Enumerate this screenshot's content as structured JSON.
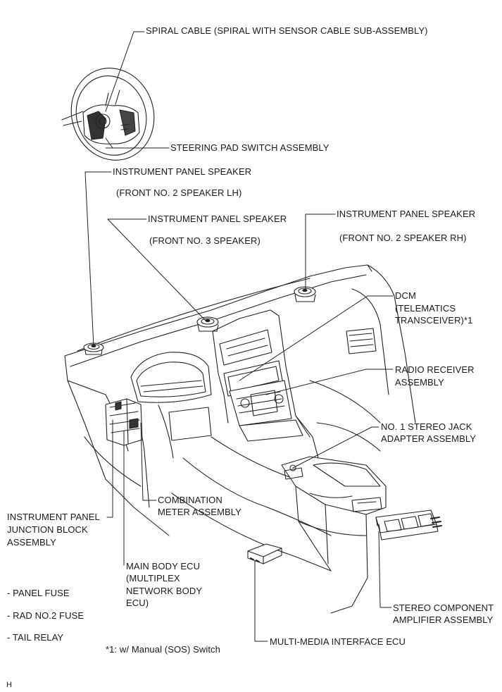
{
  "labels": {
    "spiral_cable": "SPIRAL CABLE (SPIRAL WITH SENSOR CABLE SUB-ASSEMBLY)",
    "steering_pad_switch": "STEERING PAD SWITCH ASSEMBLY",
    "ip_speaker_lh_1": "INSTRUMENT PANEL SPEAKER",
    "ip_speaker_lh_2": "(FRONT NO. 2 SPEAKER LH)",
    "ip_speaker_no3_1": "INSTRUMENT PANEL SPEAKER",
    "ip_speaker_no3_2": "(FRONT NO. 3 SPEAKER)",
    "ip_speaker_rh_1": "INSTRUMENT PANEL SPEAKER",
    "ip_speaker_rh_2": "(FRONT NO. 2 SPEAKER RH)",
    "dcm_1": "DCM",
    "dcm_2": "(TELEMATICS",
    "dcm_3": "TRANSCEIVER)*1",
    "radio_1": "RADIO RECEIVER",
    "radio_2": "ASSEMBLY",
    "jack_1": "NO. 1 STEREO JACK",
    "jack_2": "ADAPTER ASSEMBLY",
    "ip_jb_1": "INSTRUMENT PANEL",
    "ip_jb_2": "JUNCTION BLOCK",
    "ip_jb_3": "ASSEMBLY",
    "meter_1": "COMBINATION",
    "meter_2": "METER ASSEMBLY",
    "ecu_1": "MAIN BODY ECU",
    "ecu_2": "(MULTIPLEX",
    "ecu_3": "NETWORK BODY",
    "ecu_4": "ECU)",
    "amp_1": "STEREO COMPONENT",
    "amp_2": "AMPLIFIER ASSEMBLY",
    "mmi_ecu": "MULTI-MEDIA INTERFACE ECU",
    "panel_fuse": "- PANEL FUSE",
    "rad_fuse": "- RAD NO.2 FUSE",
    "tail_relay": "- TAIL RELAY",
    "footnote": "*1: w/ Manual (SOS) Switch",
    "corner": "H"
  }
}
